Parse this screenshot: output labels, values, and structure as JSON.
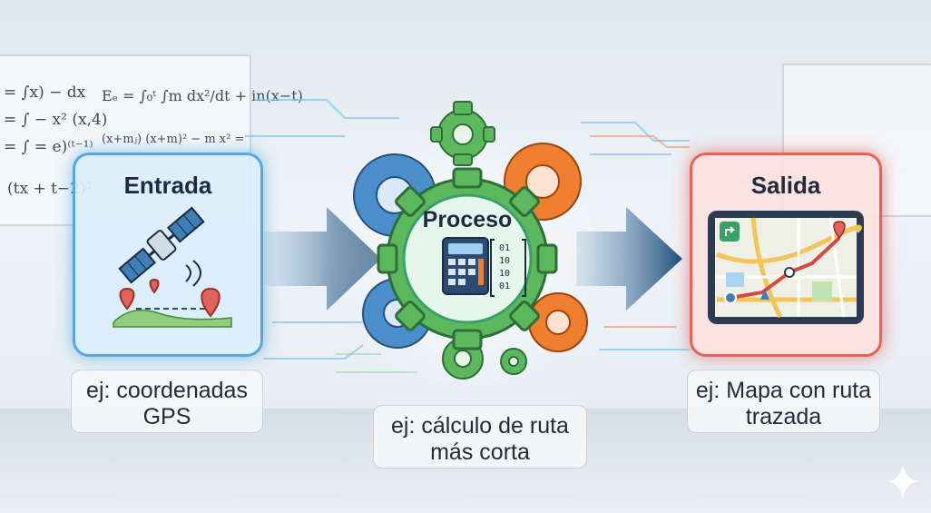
{
  "input": {
    "title": "Entrada",
    "example": "ej: coordenadas GPS"
  },
  "process": {
    "title": "Proceso",
    "example": "ej: cálculo de ruta más corta"
  },
  "output": {
    "title": "Salida",
    "example": "ej: Mapa con ruta trazada"
  },
  "board_left": {
    "lines": [
      "= ∫x) − dx",
      "= ∫ − x² (x,4)",
      "= ∫ = e)⁽ᵗ⁻¹⁾",
      "(tx + t−2)²"
    ],
    "formula": "Eₑ = ∫₀ᵗ ∫m dx²/dt + in(x−t)",
    "formula2": "(x+mⱼ) (x+m)² − m x² = "
  },
  "colors": {
    "input_accent": "#56a8dc",
    "output_accent": "#e5615b",
    "gear_green": "#5cb85c",
    "gear_blue": "#3e7fb8",
    "gear_orange": "#ef7f2f",
    "arrow": "#1f4f7a"
  }
}
